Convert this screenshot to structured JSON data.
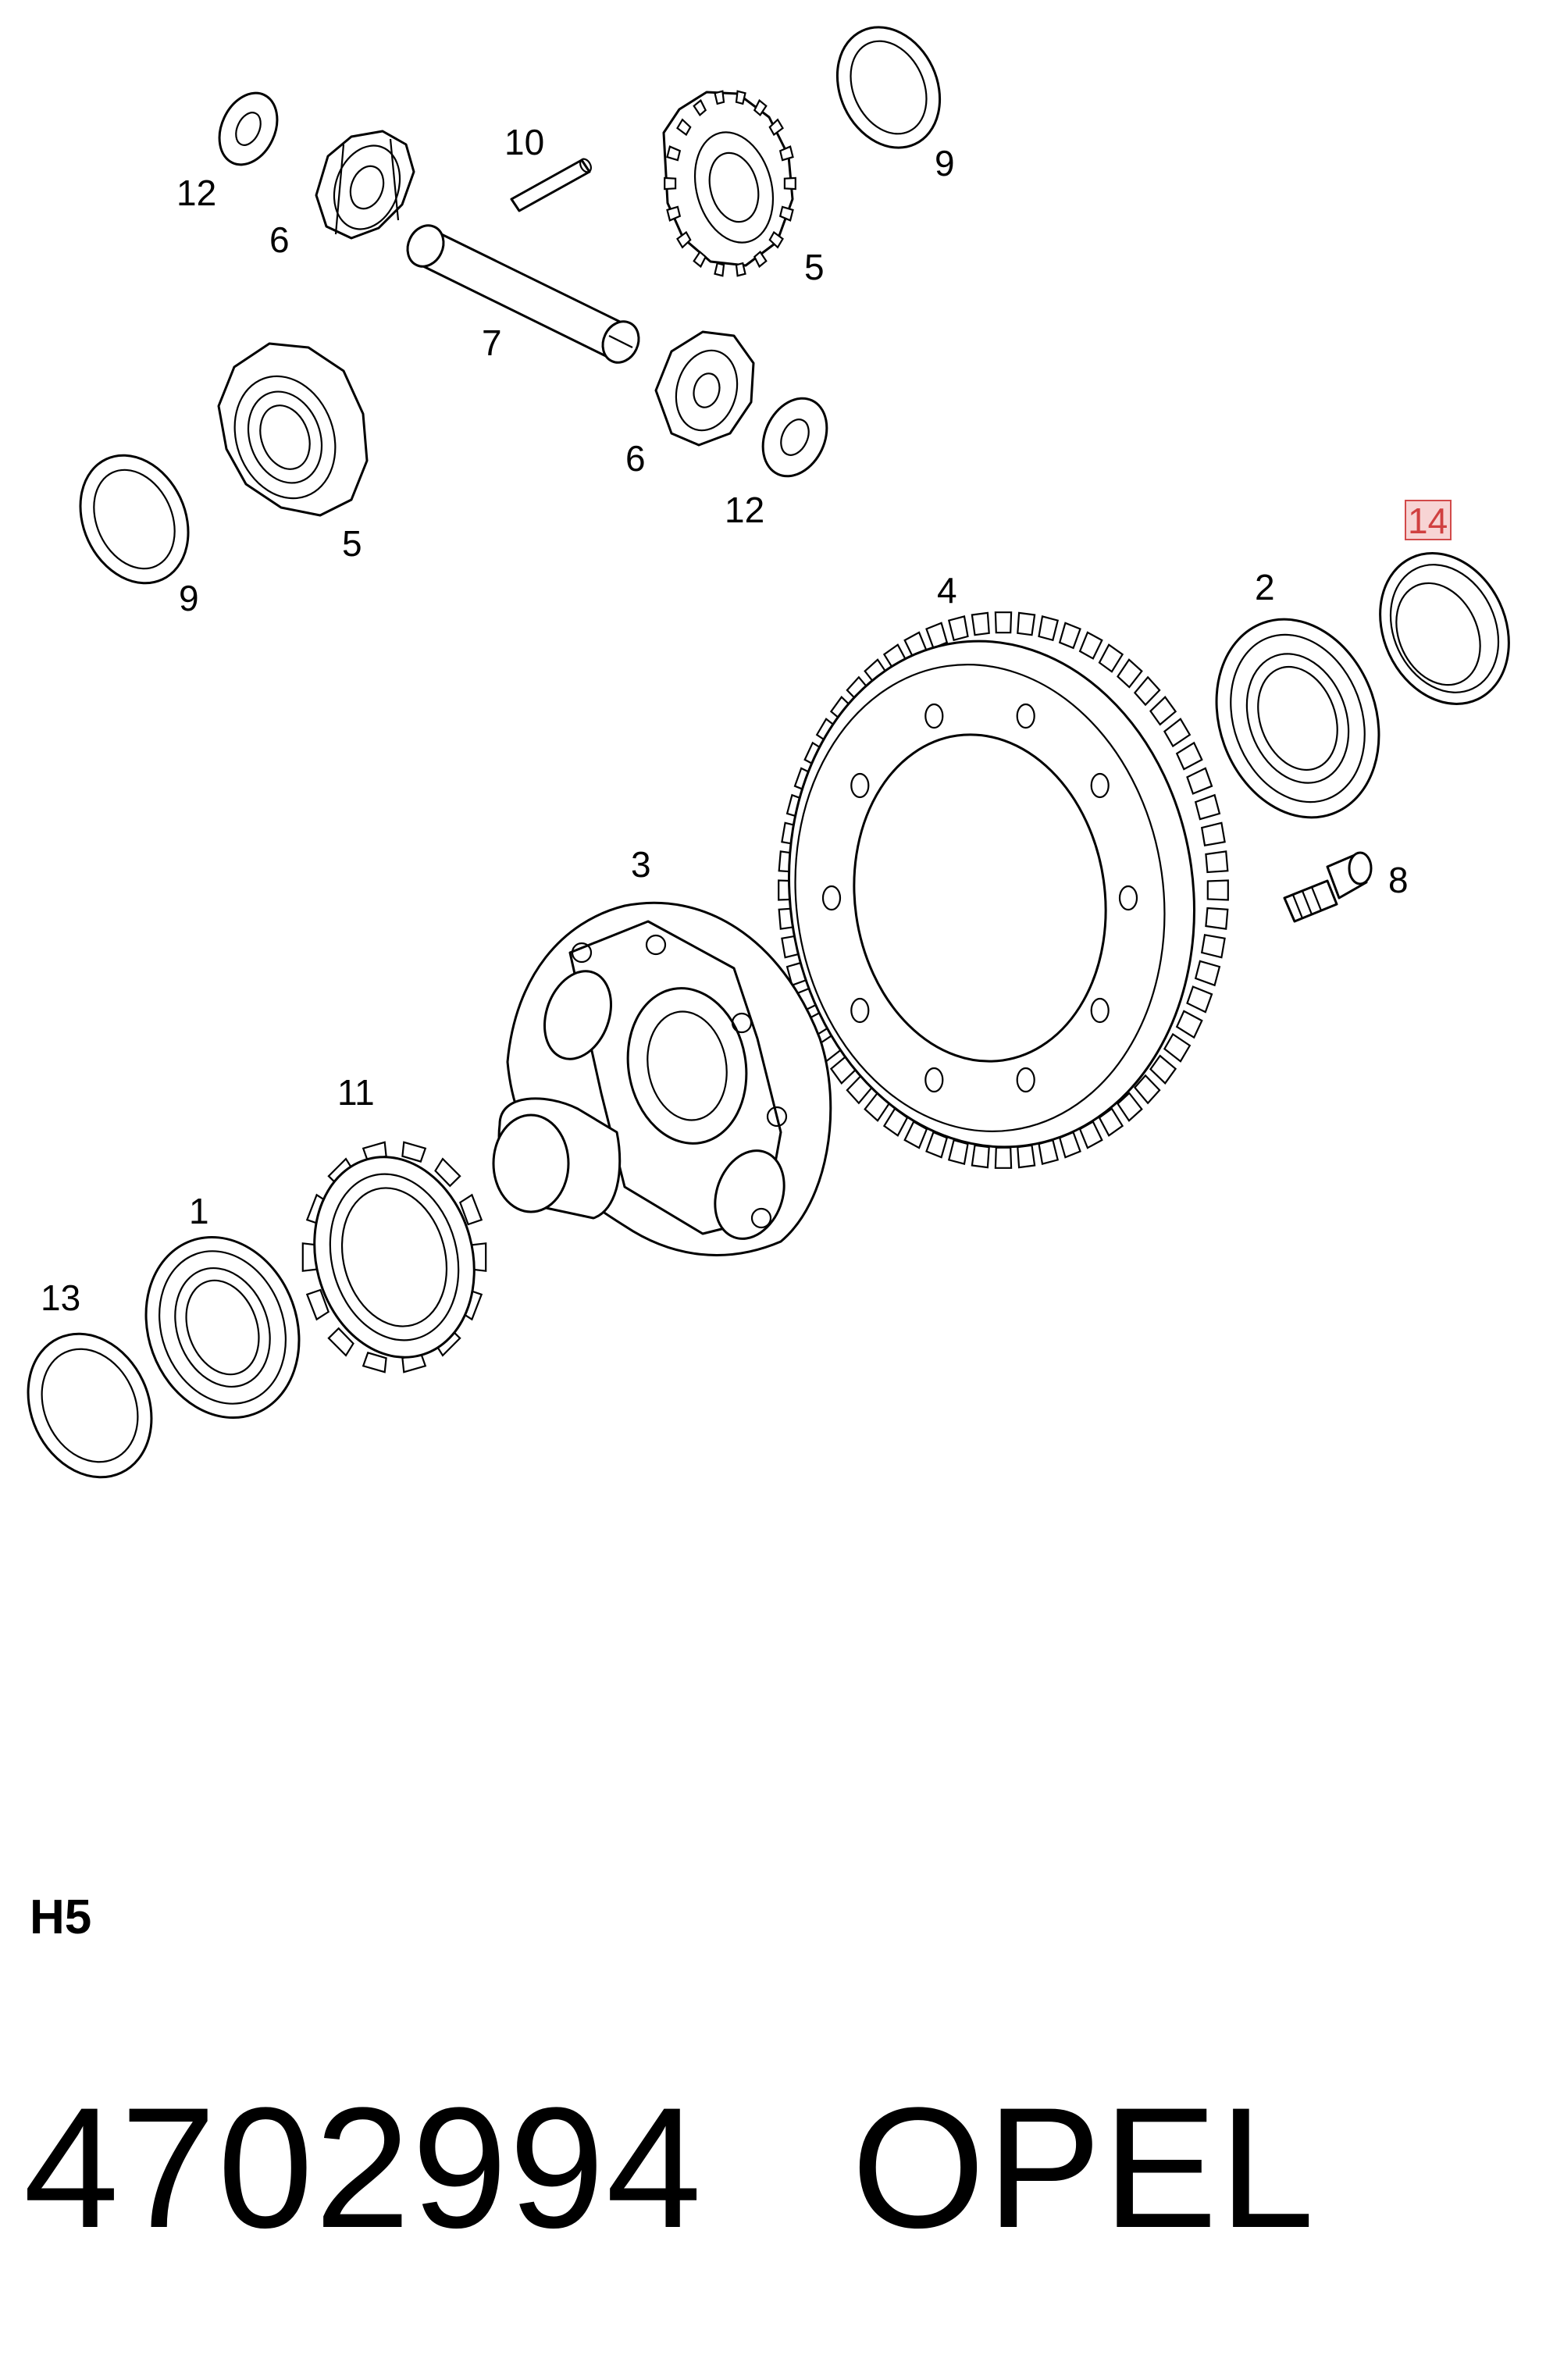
{
  "callouts": [
    {
      "id": "12a",
      "label": "12"
    },
    {
      "id": "6a",
      "label": "6"
    },
    {
      "id": "10",
      "label": "10"
    },
    {
      "id": "9a",
      "label": "9"
    },
    {
      "id": "5a",
      "label": "5"
    },
    {
      "id": "7",
      "label": "7"
    },
    {
      "id": "6b",
      "label": "6"
    },
    {
      "id": "12b",
      "label": "12"
    },
    {
      "id": "5b",
      "label": "5"
    },
    {
      "id": "9b",
      "label": "9"
    },
    {
      "id": "4",
      "label": "4"
    },
    {
      "id": "2",
      "label": "2"
    },
    {
      "id": "14",
      "label": "14",
      "highlighted": true
    },
    {
      "id": "8",
      "label": "8"
    },
    {
      "id": "3",
      "label": "3"
    },
    {
      "id": "11",
      "label": "11"
    },
    {
      "id": "1",
      "label": "1"
    },
    {
      "id": "13",
      "label": "13"
    }
  ],
  "highlight_color": "#d24a4a",
  "group_code": "H5",
  "part_number": "4702994",
  "brand": "OPEL"
}
